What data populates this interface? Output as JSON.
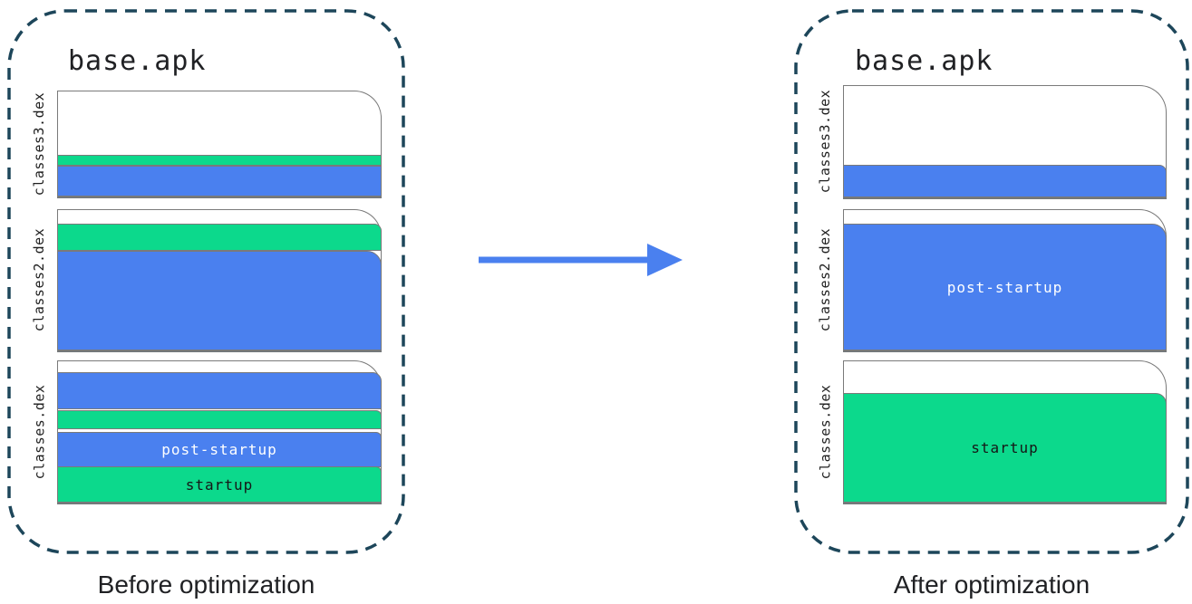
{
  "colors": {
    "startup_green": "#0CD98C",
    "post_startup_blue": "#4A80EF",
    "arrow_blue": "#4A80EF",
    "panel_border": "#1D465A",
    "page_border": "#7A7A7A"
  },
  "before": {
    "title": "base.apk",
    "caption": "Before optimization",
    "files": [
      {
        "label": "classes3.dex"
      },
      {
        "label": "classes2.dex"
      },
      {
        "label": "classes.dex",
        "post_startup_label": "post-startup",
        "startup_label": "startup"
      }
    ]
  },
  "after": {
    "title": "base.apk",
    "caption": "After optimization",
    "files": [
      {
        "label": "classes3.dex"
      },
      {
        "label": "classes2.dex",
        "post_startup_label": "post-startup"
      },
      {
        "label": "classes.dex",
        "startup_label": "startup"
      }
    ]
  }
}
